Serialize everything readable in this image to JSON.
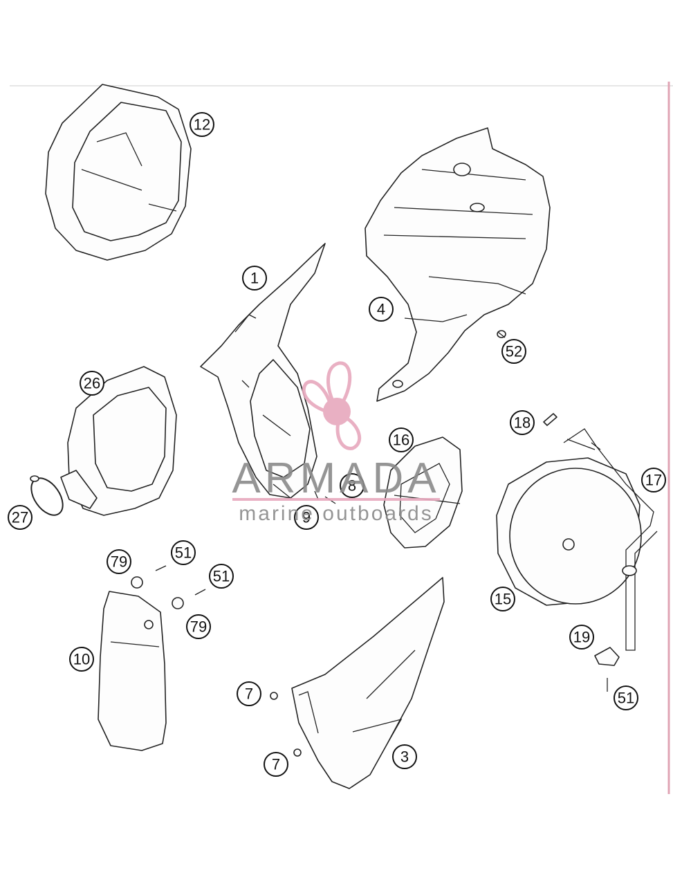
{
  "watermark": {
    "brand": "ARMADA",
    "tagline": "marine outboards",
    "accent_color": "#e7a8bd",
    "text_color": "#8a8a8a"
  },
  "callouts": [
    {
      "id": "c12",
      "label": "12"
    },
    {
      "id": "c1",
      "label": "1"
    },
    {
      "id": "c4",
      "label": "4"
    },
    {
      "id": "c52",
      "label": "52"
    },
    {
      "id": "c26",
      "label": "26"
    },
    {
      "id": "c18",
      "label": "18"
    },
    {
      "id": "c16",
      "label": "16"
    },
    {
      "id": "c8",
      "label": "8"
    },
    {
      "id": "c17",
      "label": "17"
    },
    {
      "id": "c27",
      "label": "27"
    },
    {
      "id": "c9",
      "label": "9"
    },
    {
      "id": "c79a",
      "label": "79"
    },
    {
      "id": "c51a",
      "label": "51"
    },
    {
      "id": "c51b",
      "label": "51"
    },
    {
      "id": "c79b",
      "label": "79"
    },
    {
      "id": "c15",
      "label": "15"
    },
    {
      "id": "c10",
      "label": "10"
    },
    {
      "id": "c19",
      "label": "19"
    },
    {
      "id": "c7a",
      "label": "7"
    },
    {
      "id": "c51c",
      "label": "51"
    },
    {
      "id": "c3",
      "label": "3"
    },
    {
      "id": "c7b",
      "label": "7"
    }
  ]
}
